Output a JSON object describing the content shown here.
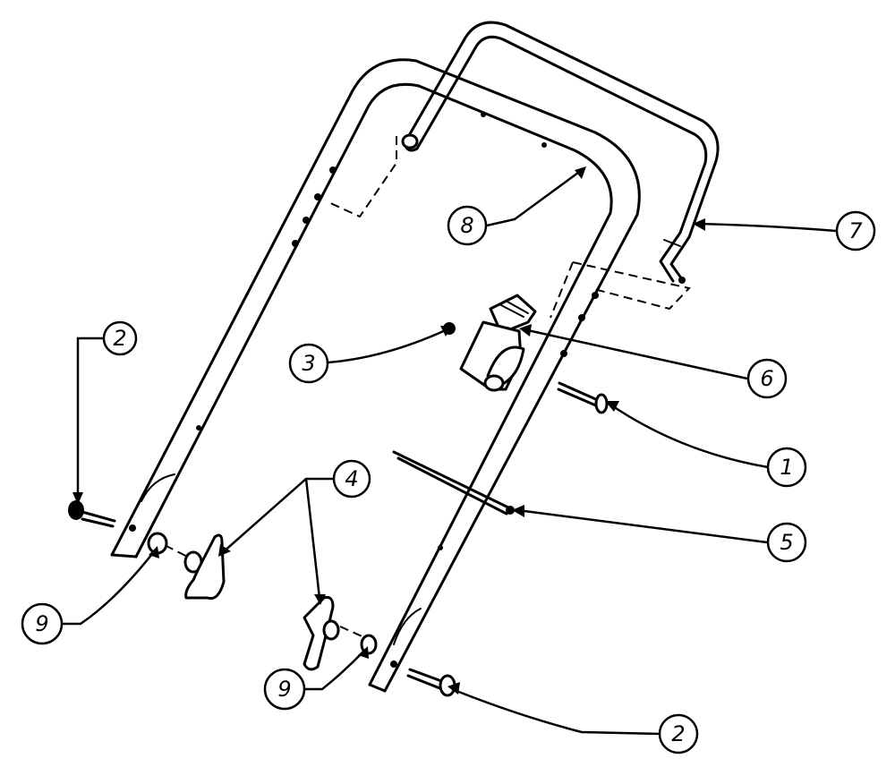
{
  "callouts": [
    {
      "label": "1"
    },
    {
      "label": "2"
    },
    {
      "label": "2"
    },
    {
      "label": "3"
    },
    {
      "label": "4"
    },
    {
      "label": "5"
    },
    {
      "label": "6"
    },
    {
      "label": "7"
    },
    {
      "label": "8"
    },
    {
      "label": "9"
    },
    {
      "label": "9"
    }
  ]
}
